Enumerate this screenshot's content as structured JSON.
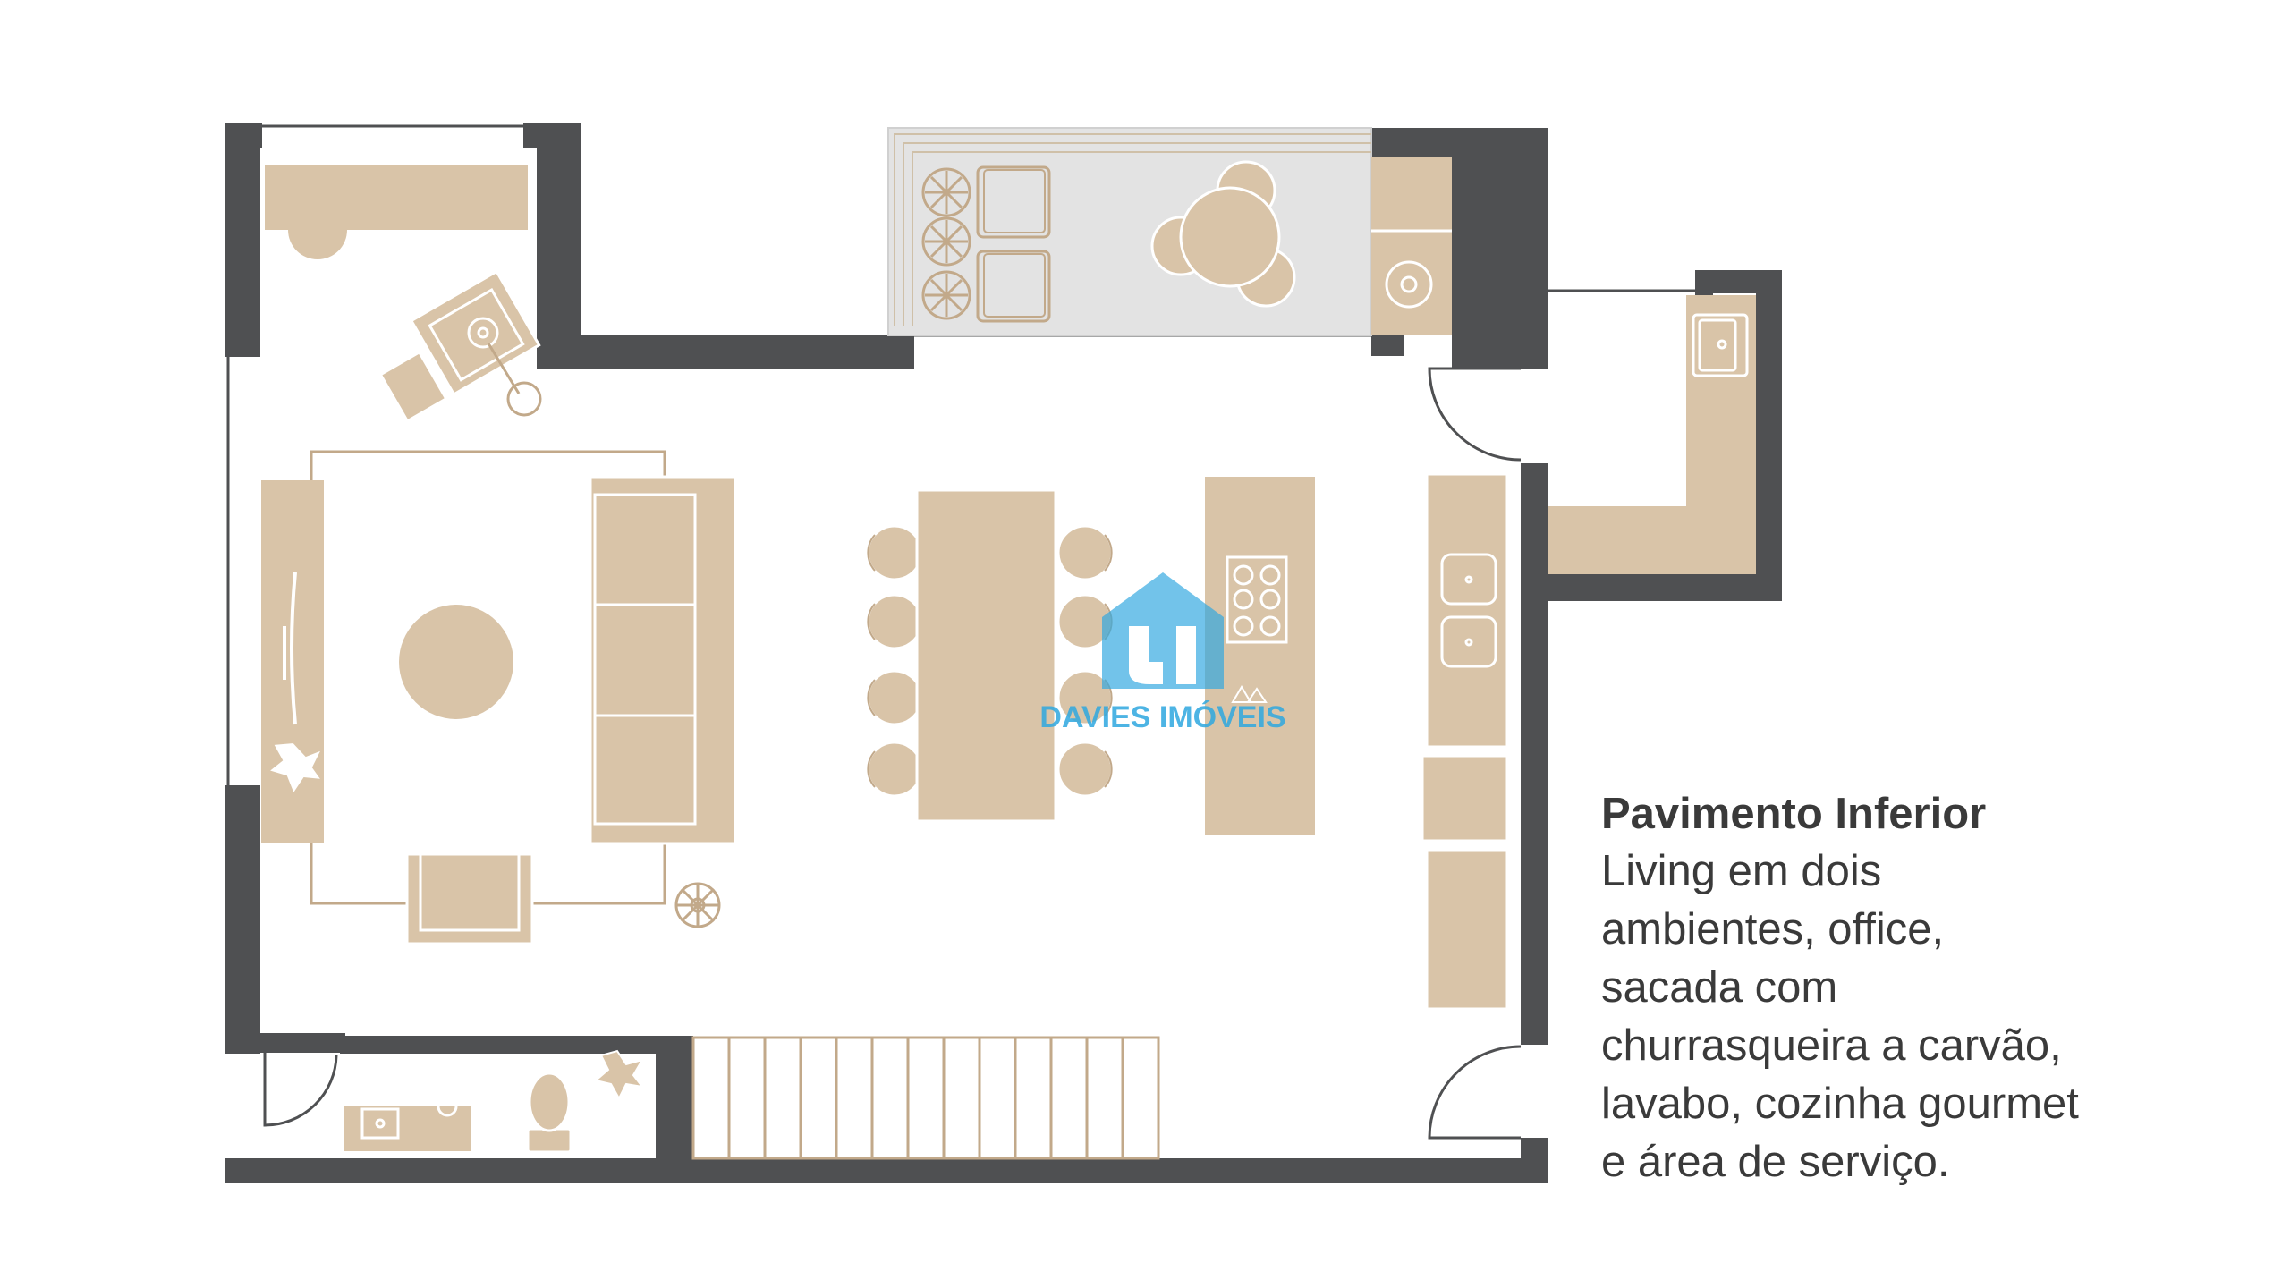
{
  "colors": {
    "wall": "#4f5052",
    "furniture": "#d9c4a8",
    "furniture_line": "#c2a98a",
    "balcony_floor": "#e3e3e3",
    "text": "#3a3a3a",
    "logo_accent": "#2fa8e0"
  },
  "logo": {
    "text": "DAVIES IMÓVEIS",
    "icon": "house-logo-icon"
  },
  "caption": {
    "title": "Pavimento Inferior",
    "lines": [
      "Living em dois",
      "ambientes, office,",
      "sacada com",
      "churrasqueira a carvão,",
      "lavabo, cozinha gourmet",
      "e área de serviço."
    ]
  }
}
